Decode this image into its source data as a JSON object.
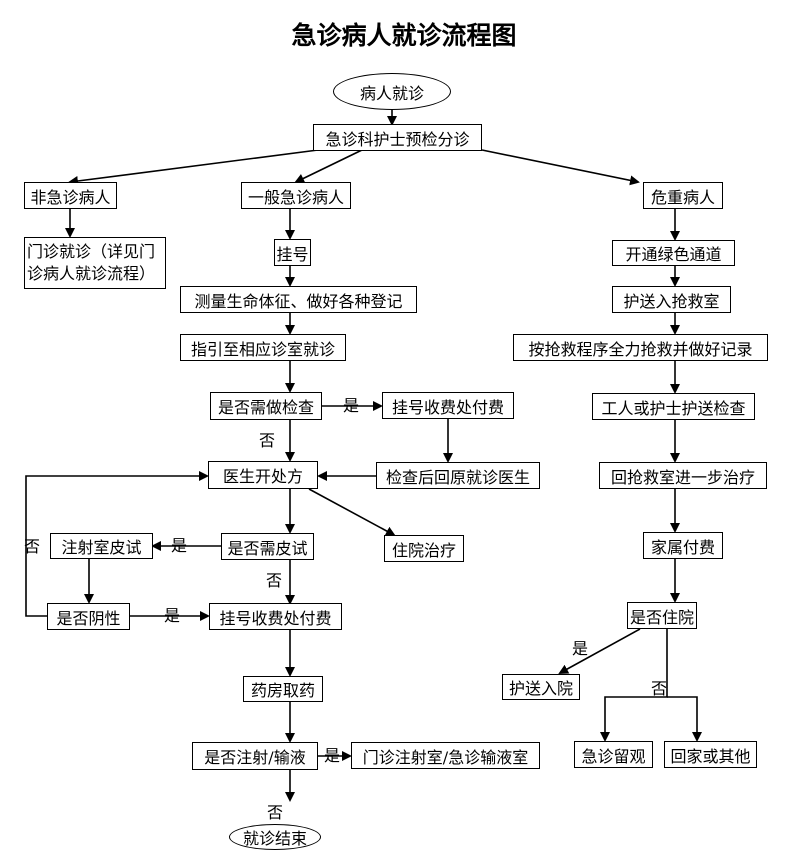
{
  "title": "急诊病人就诊流程图",
  "nodes": {
    "start": "病人就诊",
    "triage": "急诊科护士预检分诊",
    "non_emergency": "非急诊病人",
    "outpatient": "门诊就诊（详见门诊病人就诊流程）",
    "general_emergency": "一般急诊病人",
    "critical": "危重病人",
    "register": "挂号",
    "vitals": "测量生命体征、做好各种登记",
    "guide": "指引至相应诊室就诊",
    "need_exam": "是否需做检查",
    "pay_exam": "挂号收费处付费",
    "return_doctor": "检查后回原就诊医生",
    "prescribe": "医生开处方",
    "hospitalize_treat": "住院治疗",
    "need_skin_test": "是否需皮试",
    "injection_room_skin": "注射室皮试",
    "negative": "是否阴性",
    "pay_prescription": "挂号收费处付费",
    "pharmacy": "药房取药",
    "need_injection": "是否注射/输液",
    "injection_room": "门诊注射室/急诊输液室",
    "end": "就诊结束",
    "green_channel": "开通绿色通道",
    "escort_rescue": "护送入抢救室",
    "rescue": "按抢救程序全力抢救并做好记录",
    "escort_exam": "工人或护士护送检查",
    "return_rescue": "回抢救室进一步治疗",
    "family_pay": "家属付费",
    "admit_q": "是否住院",
    "escort_admit": "护送入院",
    "observe": "急诊留观",
    "home": "回家或其他"
  },
  "labels": {
    "yes_exam": "是",
    "no_exam": "否",
    "yes_skin": "是",
    "no_skin": "否",
    "no_negative": "否",
    "yes_negative": "是",
    "yes_injection": "是",
    "no_injection": "否",
    "yes_admit": "是",
    "no_admit": "否"
  }
}
